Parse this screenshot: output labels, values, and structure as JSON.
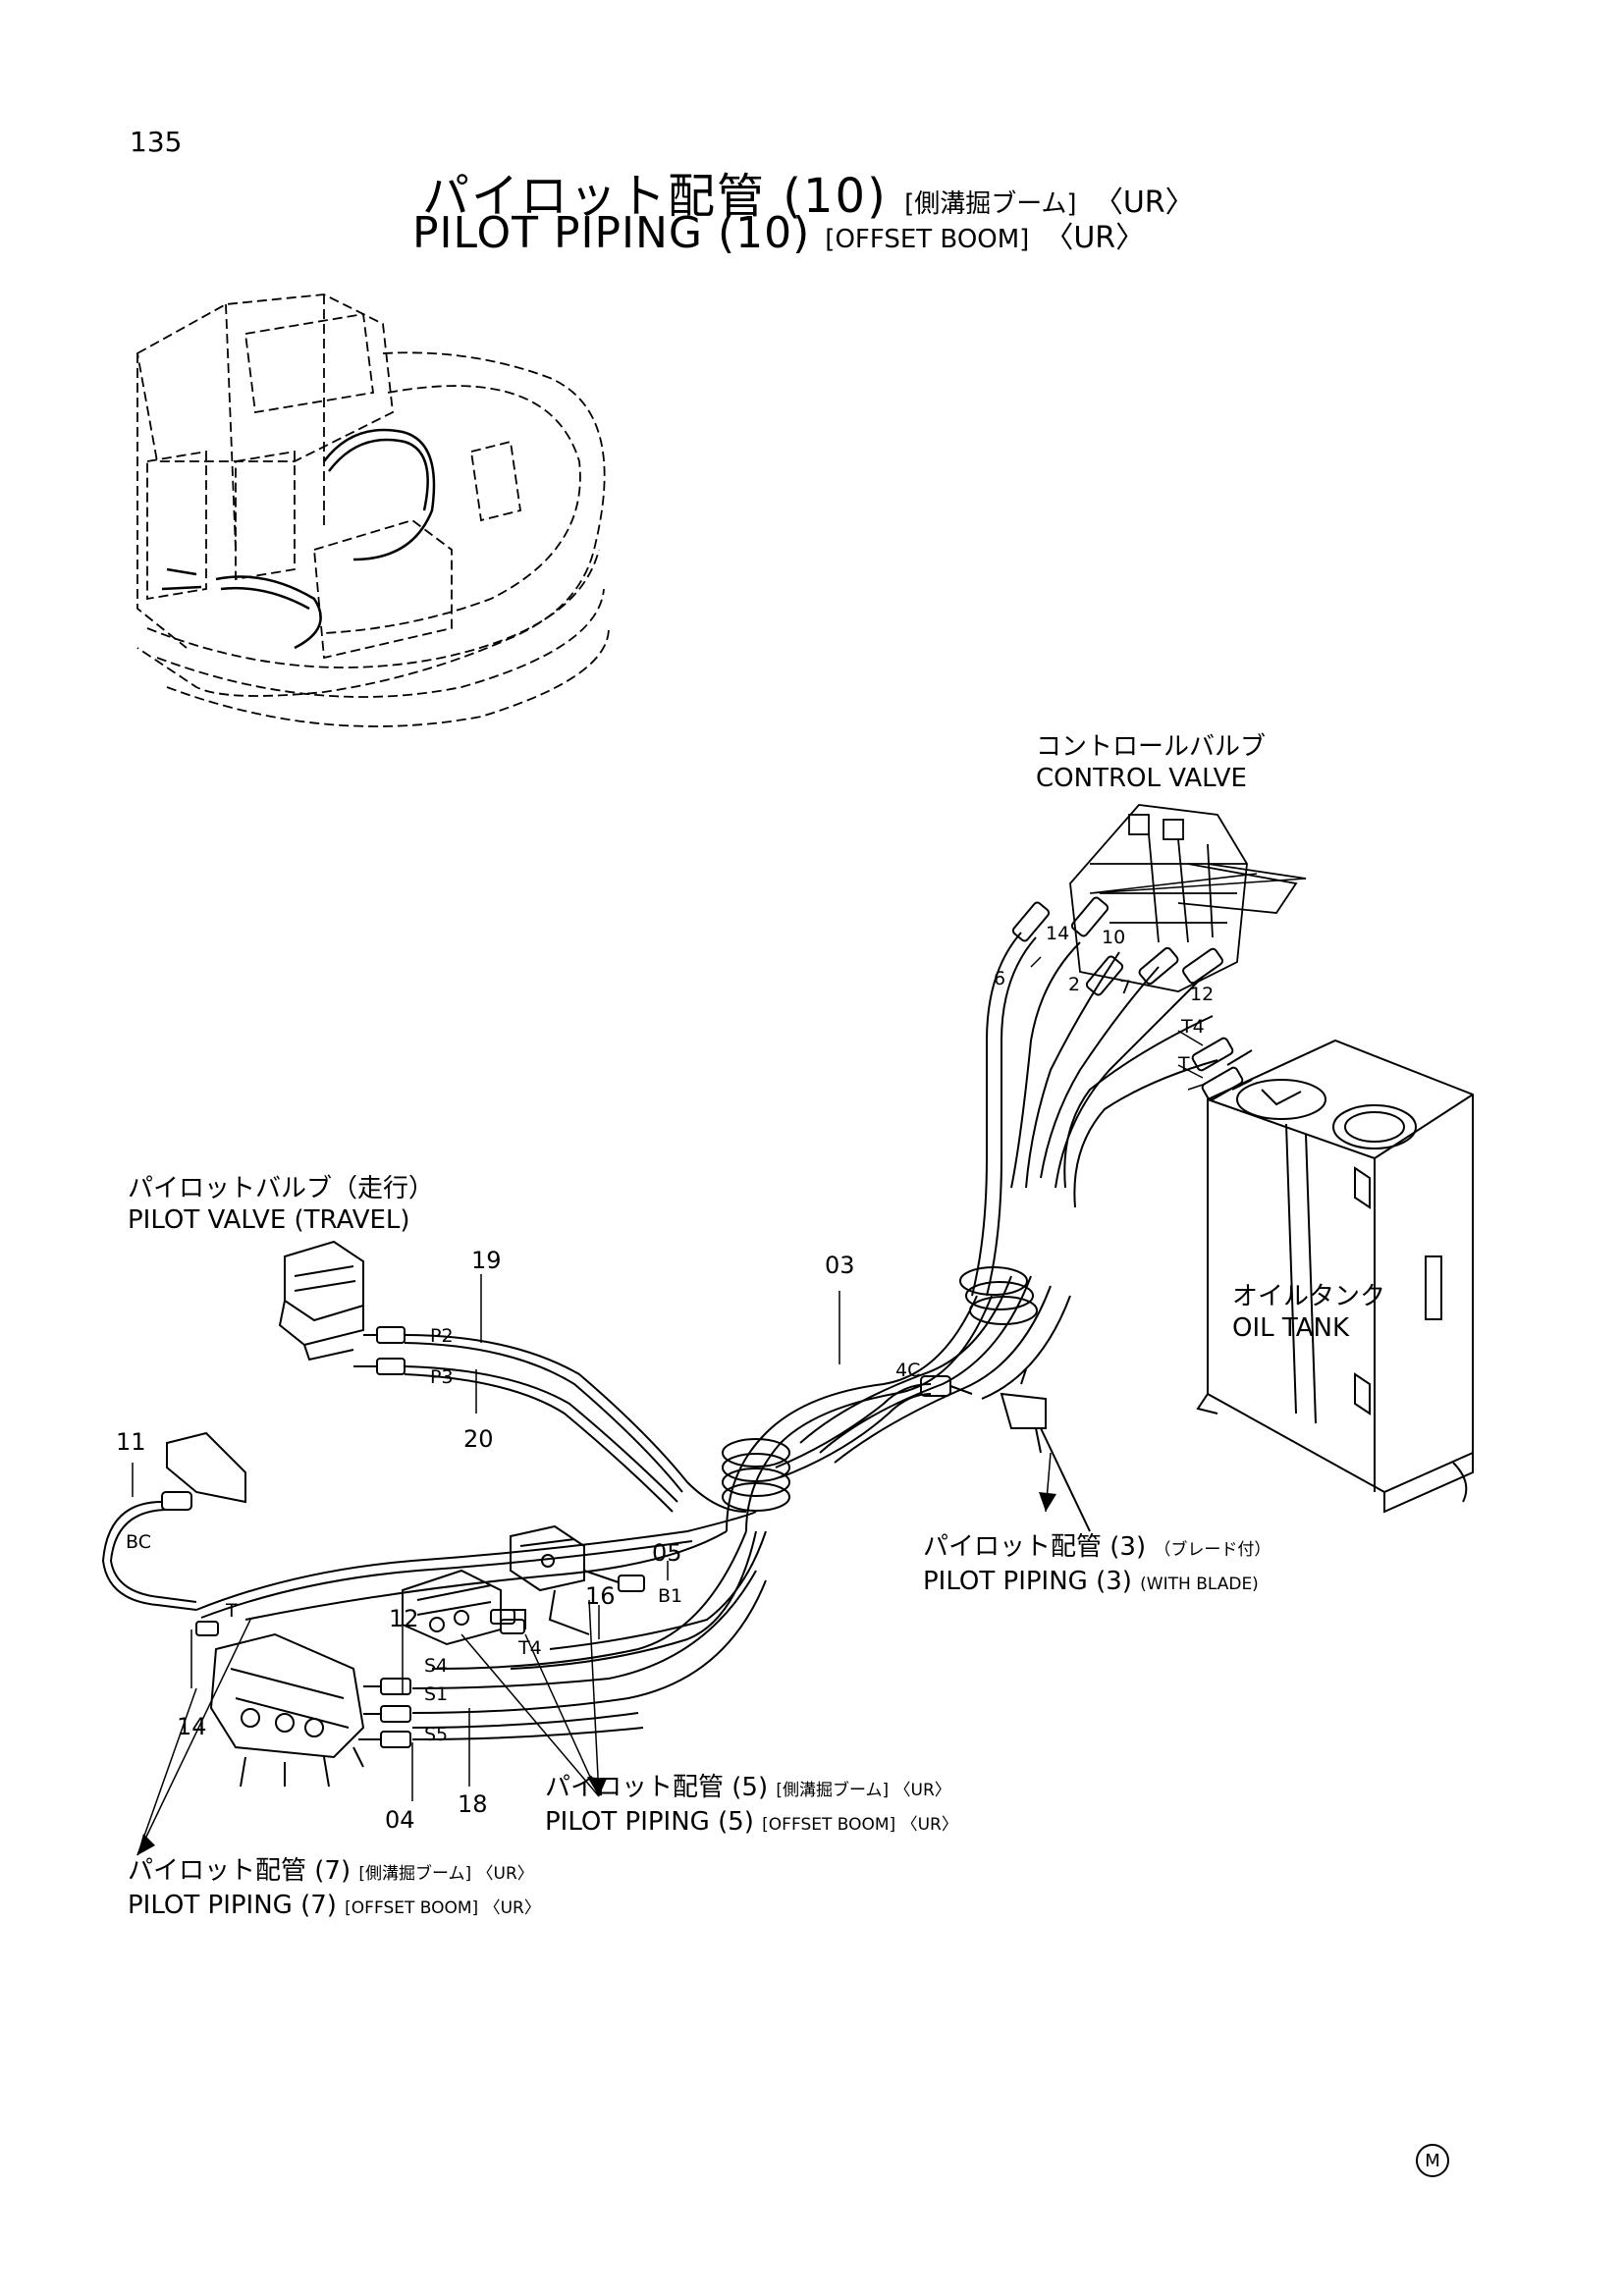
{
  "page_number": "135",
  "title": {
    "jp_main": "パイロット配管 (10)",
    "jp_bracket": "[側溝掘ブーム]",
    "jp_ur": "〈UR〉",
    "en_main": "PILOT PIPING (10)",
    "en_bracket": "[OFFSET BOOM]",
    "en_ur": "〈UR〉"
  },
  "labels": {
    "control_valve_jp": "コントロールバルブ",
    "control_valve_en": "CONTROL VALVE",
    "pilot_valve_jp": "パイロットバルブ（走行）",
    "pilot_valve_en": "PILOT VALVE (TRAVEL)",
    "oil_tank_jp": "オイルタンク",
    "oil_tank_en": "OIL TANK",
    "pp3_jp": "パイロット配管 (3)",
    "pp3_jp_sub": "（ブレード付）",
    "pp3_en": "PILOT PIPING (3)",
    "pp3_en_sub": "(WITH BLADE)",
    "pp5_jp": "パイロット配管 (5)",
    "pp5_jp_sub": "[側溝掘ブーム] 〈UR〉",
    "pp5_en": "PILOT PIPING (5)",
    "pp5_en_sub": "[OFFSET BOOM] 〈UR〉",
    "pp7_jp": "パイロット配管 (7)",
    "pp7_jp_sub": "[側溝掘ブーム] 〈UR〉",
    "pp7_en": "PILOT PIPING (7)",
    "pp7_en_sub": "[OFFSET BOOM] 〈UR〉"
  },
  "refs": {
    "r14a": "14",
    "r10": "10",
    "r6": "6",
    "r2": "2",
    "r7": "7",
    "r12a": "12",
    "t4a": "T4",
    "ta": "T",
    "r19": "19",
    "p2": "P2",
    "p3": "P3",
    "r20": "20",
    "r03": "03",
    "c4": "4C",
    "r11": "11",
    "bc": "BC",
    "r05": "05",
    "b1": "B1",
    "r16": "16",
    "t4b": "T4",
    "tb": "T",
    "r12b": "12",
    "s4": "S4",
    "s1": "S1",
    "s5": "S5",
    "r14b": "14",
    "r04": "04",
    "r18": "18"
  },
  "mark": "M"
}
